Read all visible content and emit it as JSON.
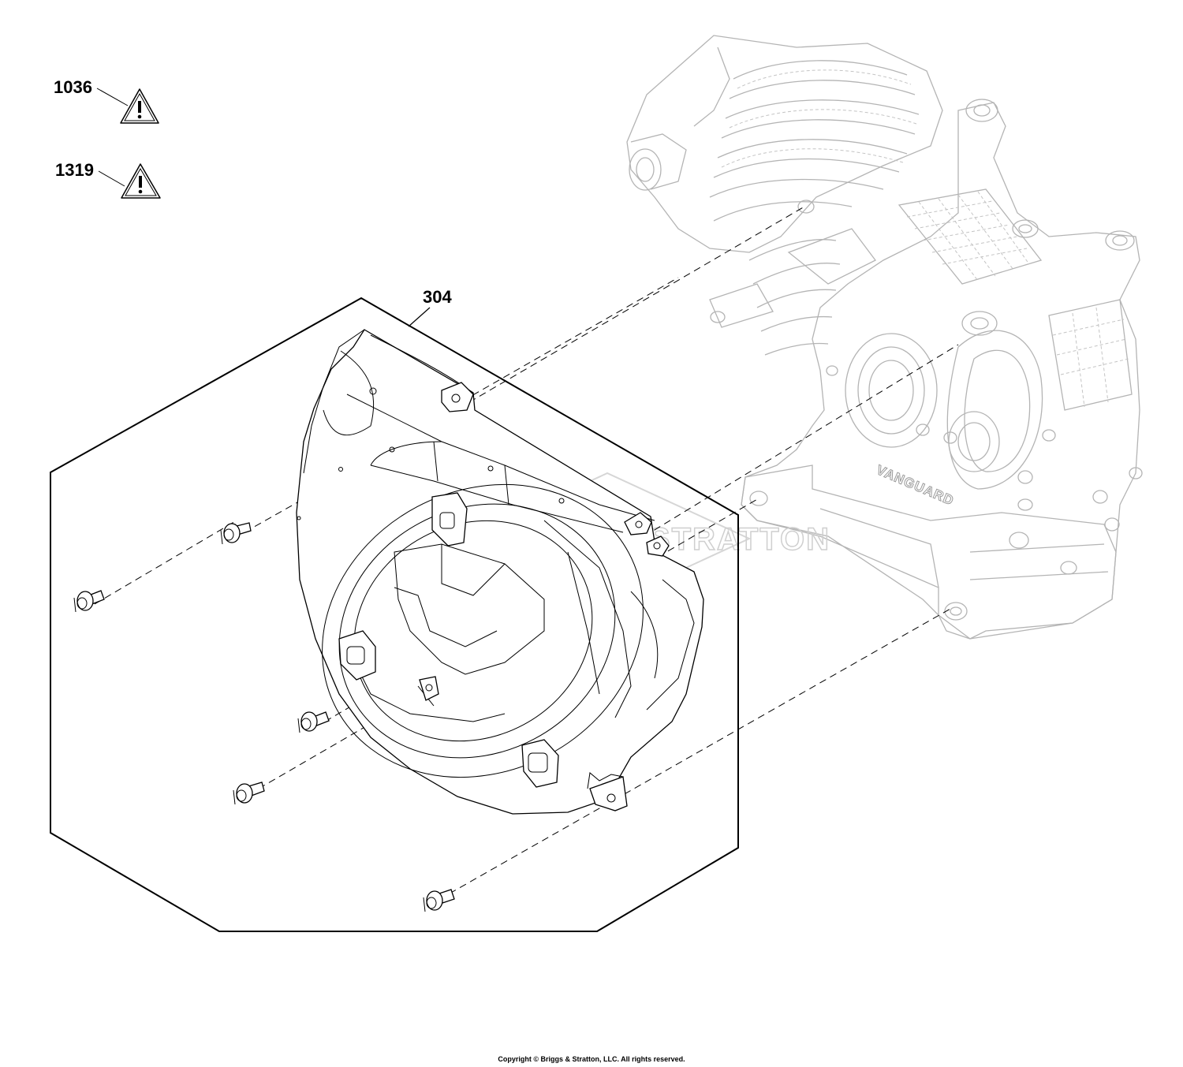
{
  "callouts": {
    "warning_1": "1036",
    "warning_2": "1319",
    "blower_housing": "304"
  },
  "watermark": "BRIGGS & STRATTON",
  "engine_brand": "VANGUARD",
  "footer": {
    "copyright": "Copyright © Briggs & Stratton, LLC. All rights reserved."
  },
  "icons": [
    "warning-triangle-icon"
  ]
}
